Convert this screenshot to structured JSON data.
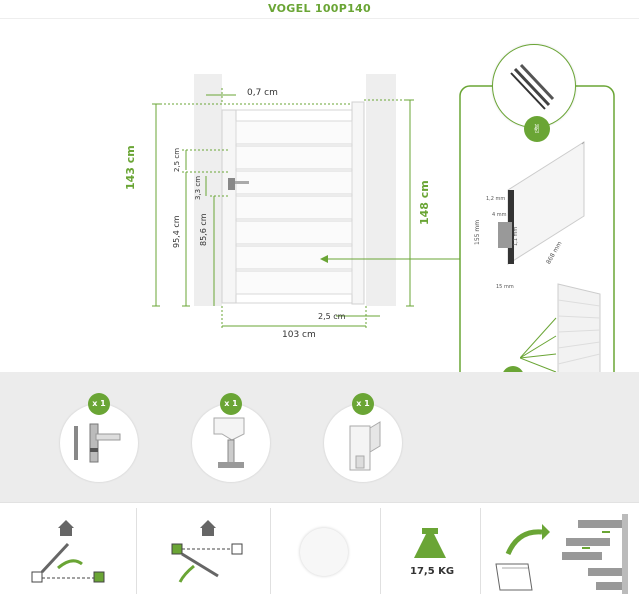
{
  "title": "VOGEL 100P140",
  "dimensions": {
    "top_gap": "0,7 cm",
    "post_height": "143 cm",
    "opening_height": "148 cm",
    "gap_small": "2,5 cm",
    "lock_offset": "3,3 cm",
    "lock_height": "95,4 cm",
    "handle_height": "85,6 cm",
    "side_gap": "2,5 cm",
    "width": "103 cm"
  },
  "profile": {
    "thickness_top": "1,2 mm",
    "inner_width": "4 mm",
    "height": "155 mm",
    "groove": "1,1 mm",
    "length": "868 mm",
    "depth": "15 mm"
  },
  "accessories": [
    {
      "qty": "x 1",
      "icon": "lock-handle-icon"
    },
    {
      "qty": "x 1",
      "icon": "gate-stop-icon"
    },
    {
      "qty": "x 1",
      "icon": "wall-bracket-icon"
    }
  ],
  "panel_qty": "x 1",
  "features": {
    "weight": "17,5 KG"
  },
  "colors": {
    "accent": "#6aa535",
    "post": "#eeeeee",
    "gate": "#f4f4f4"
  }
}
